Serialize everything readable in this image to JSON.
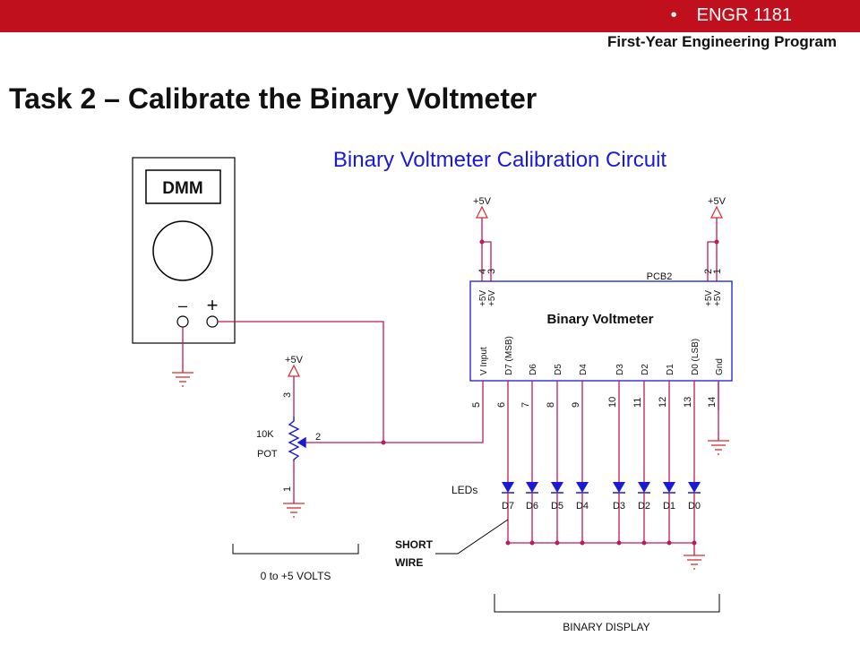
{
  "header": {
    "course": "ENGR 1181",
    "program": "First-Year Engineering Program"
  },
  "slide": {
    "title": "Task 2 – Calibrate the Binary Voltmeter"
  },
  "diagram": {
    "title": "Binary Voltmeter Calibration Circuit",
    "dmm": {
      "label": "DMM",
      "minus": "–",
      "plus": "+"
    },
    "pot": {
      "value": "10K",
      "type": "POT",
      "supply": "+5V",
      "pin_top": "3",
      "pin_wiper": "2",
      "pin_bottom": "1"
    },
    "range_label": "0 to +5 VOLTS",
    "chip": {
      "ref": "PCB2",
      "name": "Binary Voltmeter",
      "supply_left": "+5V",
      "supply_right": "+5V",
      "top_pins": [
        {
          "num": "4",
          "label": "+5V"
        },
        {
          "num": "3",
          "label": "+5V"
        },
        {
          "num": "2",
          "label": "+5V"
        },
        {
          "num": "1",
          "label": "+5V"
        }
      ],
      "bottom_pins": [
        {
          "num": "5",
          "label": "V Input"
        },
        {
          "num": "6",
          "label": "D7 (MSB)"
        },
        {
          "num": "7",
          "label": "D6"
        },
        {
          "num": "8",
          "label": "D5"
        },
        {
          "num": "9",
          "label": "D4"
        },
        {
          "num": "10",
          "label": "D3"
        },
        {
          "num": "11",
          "label": "D2"
        },
        {
          "num": "12",
          "label": "D1"
        },
        {
          "num": "13",
          "label": "D0 (LSB)"
        },
        {
          "num": "14",
          "label": "Gnd"
        }
      ]
    },
    "leds_label": "LEDs",
    "leds": [
      "D7",
      "D6",
      "D5",
      "D4",
      "D3",
      "D2",
      "D1",
      "D0"
    ],
    "short_wire_label": [
      "SHORT",
      "WIRE"
    ],
    "binary_display_label": "BINARY DISPLAY",
    "colors": {
      "wire": "#c2185b",
      "component": "#1a1ad6",
      "ground": "#d32f2f",
      "led": "#1a1ad6"
    }
  }
}
